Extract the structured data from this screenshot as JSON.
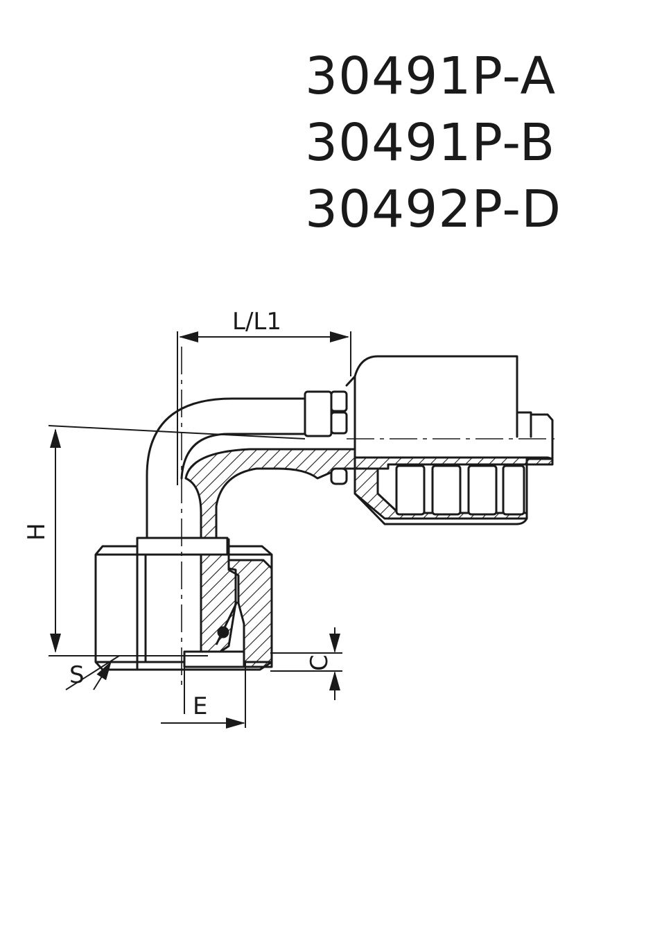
{
  "part_numbers": [
    "30491P-A",
    "30491P-B",
    "30492P-D"
  ],
  "dimensions": {
    "l_l1": "L/L1",
    "h": "H",
    "s": "S",
    "e": "E",
    "c": "C"
  },
  "colors": {
    "line": "#1a1a1a",
    "background": "#ffffff"
  }
}
